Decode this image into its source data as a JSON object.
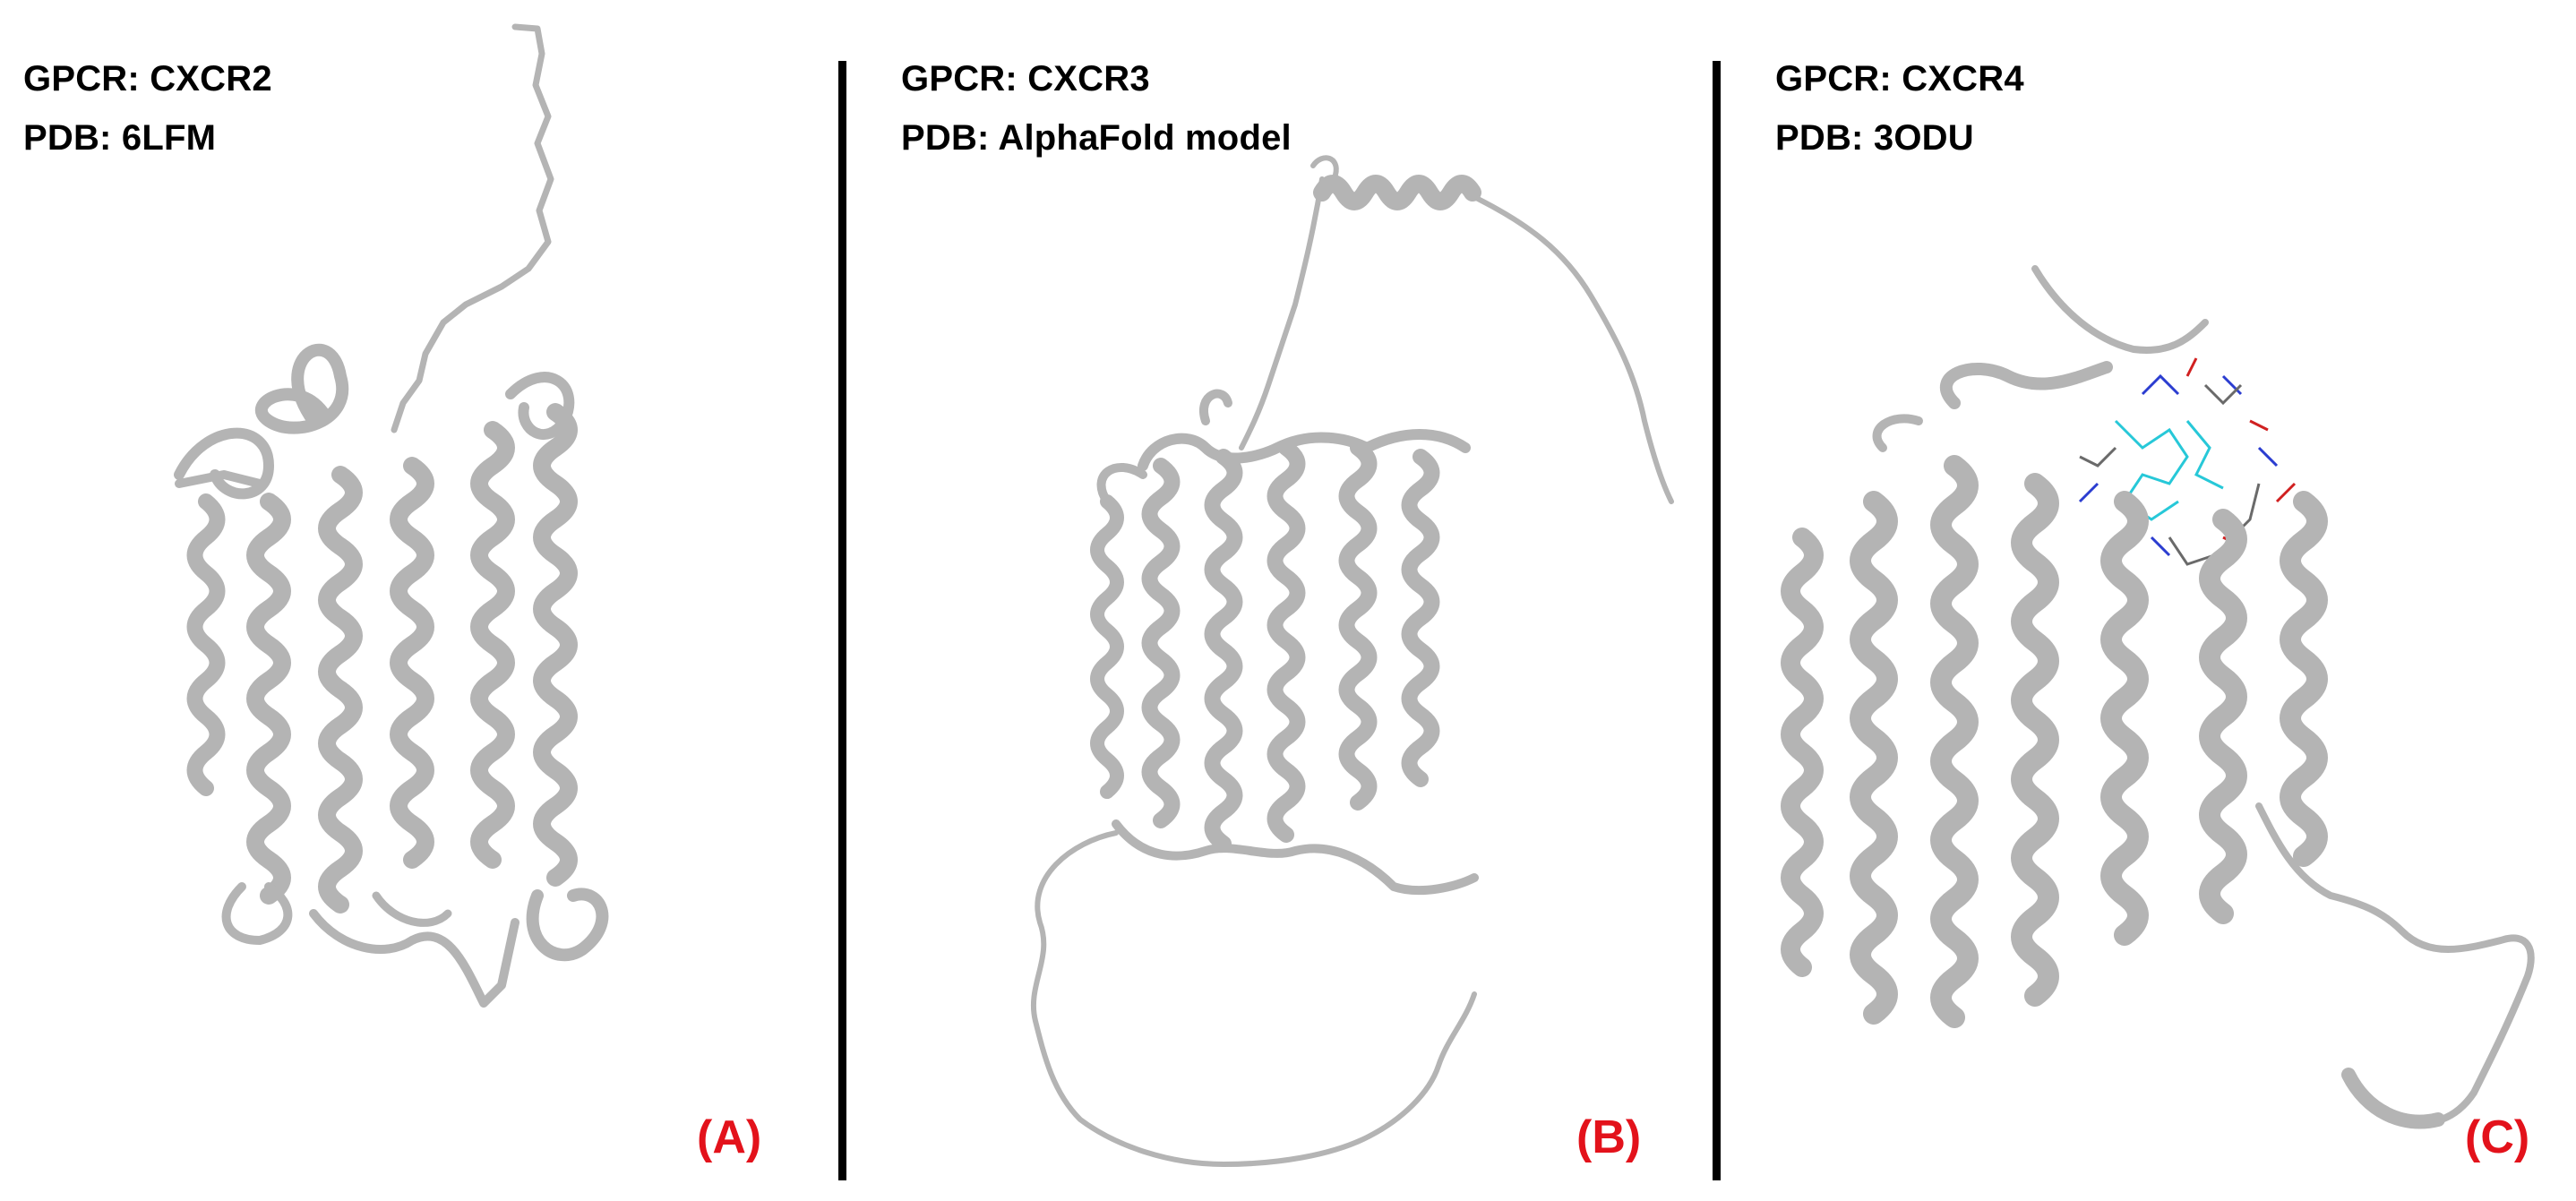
{
  "colors": {
    "panel_tag": "#e3121b",
    "ribbon": "#b4b4b4",
    "divider": "#000000",
    "ligand": "#27c8d8"
  },
  "panels": [
    {
      "gpcr_line": "GPCR: CXCR2",
      "pdb_line": "PDB: 6LFM",
      "tag": "(A)"
    },
    {
      "gpcr_line": "GPCR: CXCR3",
      "pdb_line": "PDB: AlphaFold model",
      "tag": "(B)"
    },
    {
      "gpcr_line": "GPCR: CXCR4",
      "pdb_line": "PDB: 3ODU",
      "tag": "(C)"
    }
  ]
}
